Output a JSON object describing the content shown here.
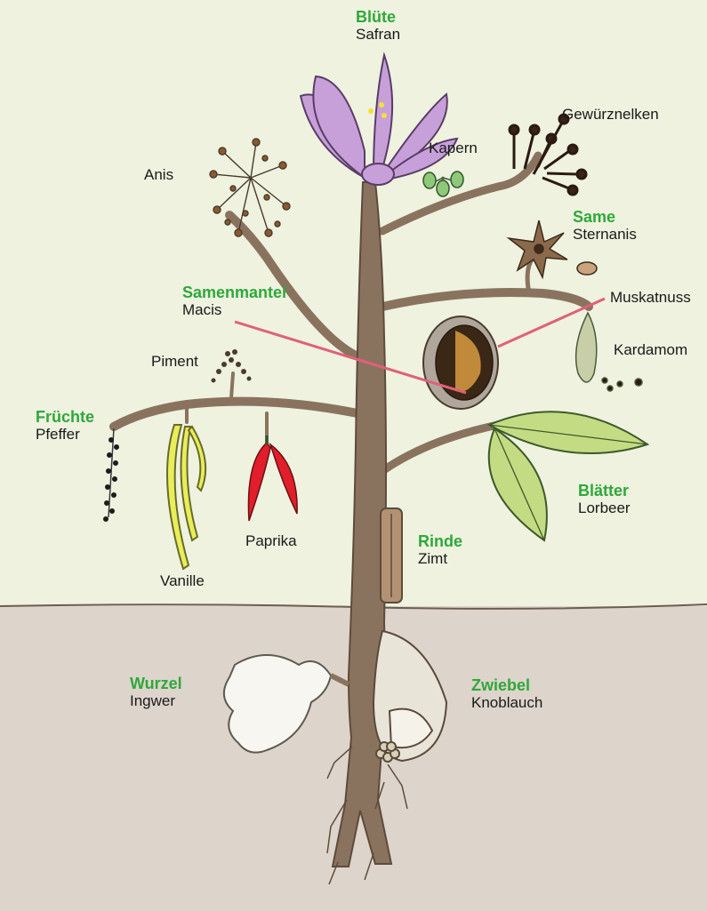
{
  "colors": {
    "sky": "#eef2df",
    "soil": "#ddd4cb",
    "trunk": "#8a735e",
    "trunk_shadow": "#5e4b3b",
    "category_green": "#2fa83a",
    "pointer_line": "#e0607a",
    "saffron_petal": "#c7a0d9",
    "chili_red": "#e01e2c",
    "vanilla_yellow": "#e8ee5a",
    "bay_leaf": "#c3dc83"
  },
  "labels": {
    "bluete": {
      "category": "Blüte",
      "spice": "Safran"
    },
    "anis": {
      "spice": "Anis"
    },
    "kapern": {
      "spice": "Kapern"
    },
    "gewuerznelken": {
      "spice": "Gewürznelken"
    },
    "same": {
      "category": "Same",
      "spice": "Sternanis"
    },
    "samenmantel": {
      "category": "Samenmantel",
      "spice": "Macis"
    },
    "muskatnuss": {
      "spice": "Muskatnuss"
    },
    "kardamom": {
      "spice": "Kardamom"
    },
    "piment": {
      "spice": "Piment"
    },
    "fruechte": {
      "category": "Früchte",
      "spice": "Pfeffer"
    },
    "paprika": {
      "spice": "Paprika"
    },
    "vanille": {
      "spice": "Vanille"
    },
    "blaetter": {
      "category": "Blätter",
      "spice": "Lorbeer"
    },
    "rinde": {
      "category": "Rinde",
      "spice": "Zimt"
    },
    "wurzel": {
      "category": "Wurzel",
      "spice": "Ingwer"
    },
    "zwiebel": {
      "category": "Zwiebel",
      "spice": "Knoblauch"
    }
  }
}
